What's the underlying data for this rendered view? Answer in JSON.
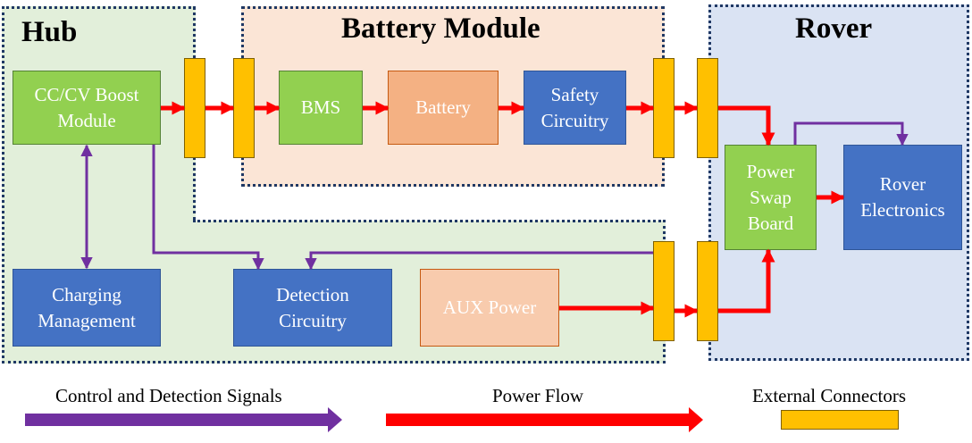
{
  "colors": {
    "power_flow": "#ff0000",
    "control_signal": "#7030a0",
    "connector": "#ffc000",
    "hub_bg": "#e2efda",
    "battery_module_bg": "#fbe5d6",
    "rover_bg": "#dae3f3",
    "green_block": "#92d050",
    "blue_block": "#4472c4",
    "orange_block": "#f4b183",
    "light_orange_block": "#f8cbad",
    "region_border": "#1f3864"
  },
  "regions": {
    "hub": "Hub",
    "battery_module": "Battery Module",
    "rover": "Rover"
  },
  "blocks": {
    "cc_cv_boost": "CC/CV Boost\nModule",
    "bms": "BMS",
    "battery": "Battery",
    "safety_circuitry": "Safety\nCircuitry",
    "power_swap_board": "Power\nSwap\nBoard",
    "rover_electronics": "Rover\nElectronics",
    "charging_management": "Charging\nManagement",
    "detection_circuitry": "Detection\nCircuitry",
    "aux_power": "AUX Power"
  },
  "legend": {
    "control": "Control and Detection Signals",
    "power": "Power Flow",
    "connectors": "External Connectors"
  }
}
